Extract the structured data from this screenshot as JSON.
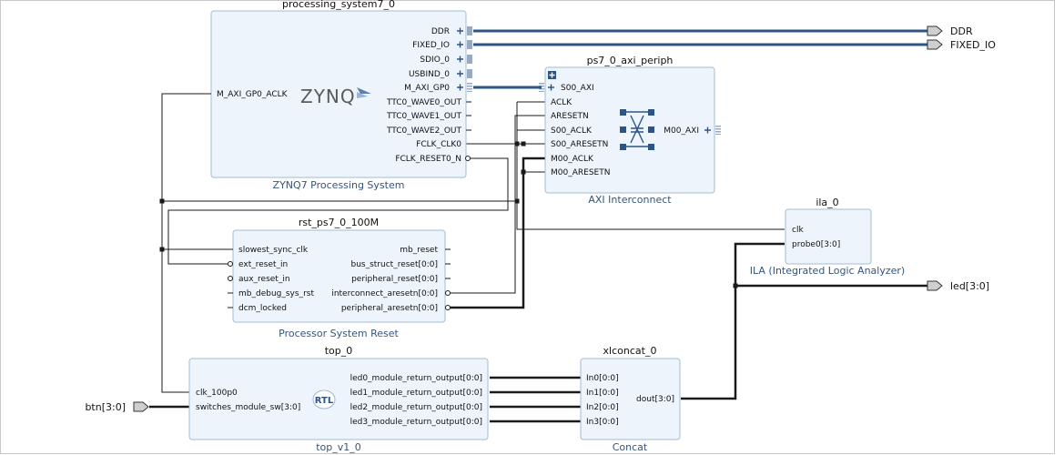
{
  "processing_system": {
    "instance": "processing_system7_0",
    "caption": "ZYNQ7 Processing System",
    "logo": "ZYNQ",
    "ports_left": [
      "M_AXI_GP0_ACLK"
    ],
    "ports_right": [
      "DDR",
      "FIXED_IO",
      "SDIO_0",
      "USBIND_0",
      "M_AXI_GP0",
      "TTC0_WAVE0_OUT",
      "TTC0_WAVE1_OUT",
      "TTC0_WAVE2_OUT",
      "FCLK_CLK0",
      "FCLK_RESET0_N"
    ]
  },
  "axi_periph": {
    "instance": "ps7_0_axi_periph",
    "caption": "AXI Interconnect",
    "ports_left": [
      "S00_AXI",
      "ACLK",
      "ARESETN",
      "S00_ACLK",
      "S00_ARESETN",
      "M00_ACLK",
      "M00_ARESETN"
    ],
    "ports_right": [
      "M00_AXI"
    ]
  },
  "ila": {
    "instance": "ila_0",
    "caption": "ILA (Integrated Logic Analyzer)",
    "ports_left": [
      "clk",
      "probe0[3:0]"
    ]
  },
  "rst": {
    "instance": "rst_ps7_0_100M",
    "caption": "Processor System Reset",
    "ports_left": [
      "slowest_sync_clk",
      "ext_reset_in",
      "aux_reset_in",
      "mb_debug_sys_rst",
      "dcm_locked"
    ],
    "ports_right": [
      "mb_reset",
      "bus_struct_reset[0:0]",
      "peripheral_reset[0:0]",
      "interconnect_aresetn[0:0]",
      "peripheral_aresetn[0:0]"
    ]
  },
  "top": {
    "instance": "top_0",
    "caption": "top_v1_0",
    "logo": "RTL",
    "ports_left": [
      "clk_100p0",
      "switches_module_sw[3:0]"
    ],
    "ports_right": [
      "led0_module_return_output[0:0]",
      "led1_module_return_output[0:0]",
      "led2_module_return_output[0:0]",
      "led3_module_return_output[0:0]"
    ]
  },
  "concat": {
    "instance": "xlconcat_0",
    "caption": "Concat",
    "ports_left": [
      "In0[0:0]",
      "In1[0:0]",
      "In2[0:0]",
      "In3[0:0]"
    ],
    "ports_right": [
      "dout[3:0]"
    ]
  },
  "external_ports": {
    "ddr": "DDR",
    "fixed_io": "FIXED_IO",
    "led": "led[3:0]",
    "btn": "btn[3:0]"
  },
  "colors": {
    "block_fill": "#eef4fb",
    "block_stroke": "#a3bbd3",
    "bus": "#2e5486",
    "caption": "#34557c"
  },
  "icons": [
    "zynq-logo",
    "rtl-badge",
    "axi-crossbar-icon",
    "expand-plus-icon",
    "port-arrow-icon"
  ]
}
